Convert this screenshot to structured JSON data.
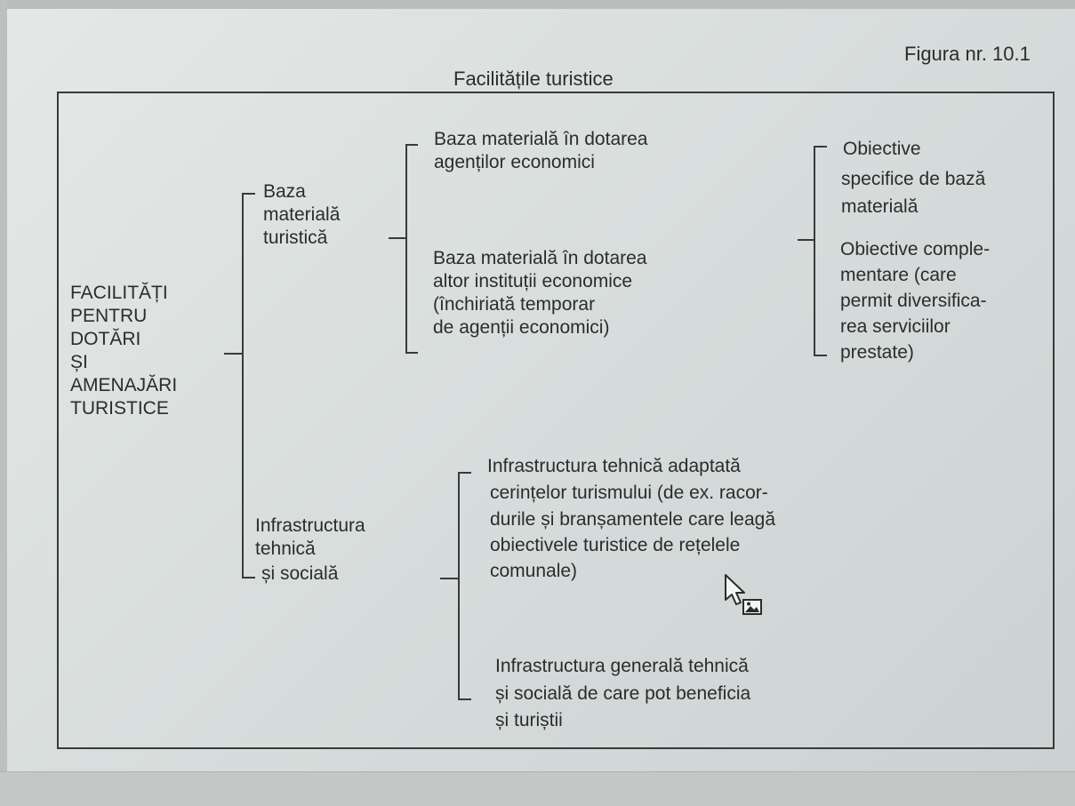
{
  "figure_label": "Figura nr. 10.1",
  "title": "Facilitățile turistice",
  "root": {
    "lines": [
      "FACILITĂȚI",
      "PENTRU",
      "DOTĂRI",
      "ȘI",
      "AMENAJĂRI",
      "TURISTICE"
    ]
  },
  "branch_base": {
    "lines": [
      "Baza",
      "materială",
      "turistică"
    ],
    "children": [
      {
        "lines": [
          "Baza materială în dotarea",
          "agenților economici"
        ]
      },
      {
        "lines": [
          "Baza materială în dotarea",
          "altor instituții economice",
          "(închiriată temporar",
          "de agenții economici)"
        ]
      }
    ],
    "objectives": [
      {
        "lines": [
          "Obiective",
          "specifice de bază",
          "materială"
        ]
      },
      {
        "lines": [
          "Obiective comple-",
          "mentare (care",
          "permit diversifica-",
          "rea serviciilor",
          "prestate)"
        ]
      }
    ]
  },
  "branch_infra": {
    "lines": [
      "Infrastructura",
      "tehnică",
      "și socială"
    ],
    "children": [
      {
        "lines": [
          "Infrastructura tehnică adaptată",
          "cerințelor turismului (de ex. racor-",
          "durile și branșamentele care leagă",
          "obiectivele turistice de rețelele",
          "comunale)"
        ]
      },
      {
        "lines": [
          "Infrastructura generală tehnică",
          "și socială de care pot beneficia",
          "și turiștii"
        ]
      }
    ]
  },
  "colors": {
    "ink": "#2c2c2c",
    "line": "#3a3a3a",
    "paper": "#e0e5e3"
  }
}
